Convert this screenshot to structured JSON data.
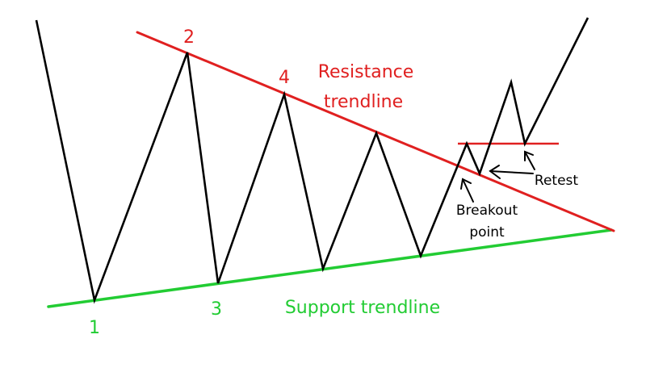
{
  "labels": {
    "p1": "1",
    "p2": "2",
    "p3": "3",
    "p4": "4",
    "resistance_line1": "Resistance",
    "resistance_line2": "trendline",
    "support": "Support trendline",
    "retest": "Retest",
    "breakout_line1": "Breakout",
    "breakout_line2": "point"
  },
  "colors": {
    "price": "#000000",
    "resistance": "#e02020",
    "support": "#22cc33",
    "text_red": "#e02020",
    "text_green": "#22cc33"
  }
}
